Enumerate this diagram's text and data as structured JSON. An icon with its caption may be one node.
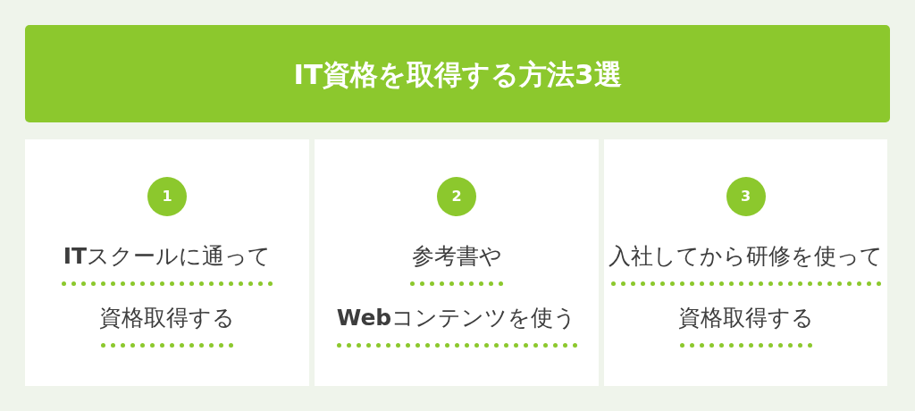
{
  "diagram": {
    "title": "IT資格を取得する方法3選",
    "nodes": [
      {
        "text": [
          "**IT**スクールに通って",
          "資格取得する"
        ]
      },
      {
        "text": [
          "1"
        ],
        "in": 0
      },
      {
        "text": [
          "参考書や",
          "**Web**コンテンツを使う"
        ]
      },
      {
        "text": [
          "2"
        ],
        "in": 2
      },
      {
        "text": [
          "入社してから研修を使って",
          "資格取得する"
        ]
      },
      {
        "text": [
          "3"
        ],
        "in": 4
      }
    ]
  }
}
